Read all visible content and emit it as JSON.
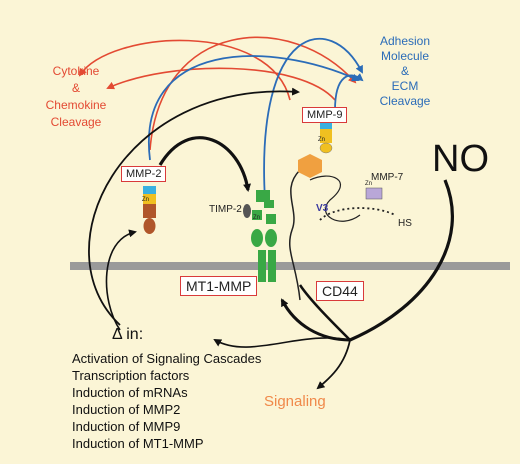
{
  "labels": {
    "cytokine": [
      "Cytokine",
      "&",
      "Chemokine",
      "Cleavage"
    ],
    "adhesion": [
      "Adhesion",
      "Molecule",
      "&",
      "ECM",
      "Cleavage"
    ],
    "mmp2": "MMP-2",
    "mmp9": "MMP-9",
    "mmp7": "MMP-7",
    "mt1mmp": "MT1-MMP",
    "cd44": "CD44",
    "timp2": "TIMP-2",
    "hs": "HS",
    "zn": "Zn",
    "no": "NO",
    "signaling": "Signaling",
    "v3": "V3",
    "delta_in": "Δ  in:"
  },
  "effects": [
    "Activation of Signaling Cascades",
    "Transcription factors",
    "Induction of mRNAs",
    "Induction of MMP2",
    "Induction of MMP9",
    "Induction of MT1-MMP"
  ],
  "colors": {
    "background": "#fbf5d6",
    "membrane": "#9a9a9a",
    "red_arrow": "#e34a33",
    "blue_arrow": "#2b6cb8",
    "green": "#39a845",
    "orange": "#f0894a",
    "brown": "#b0562a"
  }
}
